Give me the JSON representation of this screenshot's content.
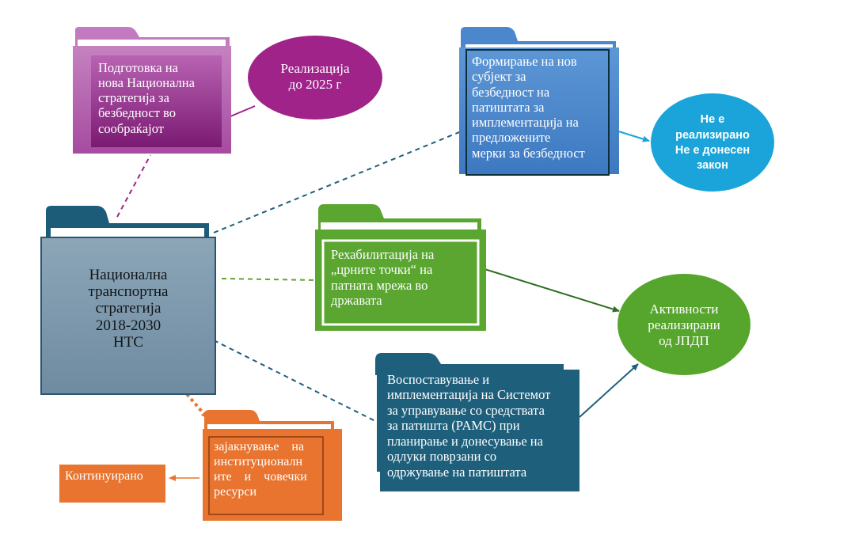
{
  "nodes": {
    "nts": {
      "label": "Национална\nтранспортна\nстратегија\n2018-2030\nНТС",
      "color": "#7b96aa",
      "tab_color": "#1d5c78"
    },
    "strategy": {
      "label": "Подготовка на\nнова Национална\nстратегија за\nбезбедност во\nсообраќајот",
      "color": "#a64ba0"
    },
    "realization_2025": {
      "label": "Реализација\nдо  2025 г",
      "color": "#a0238a"
    },
    "new_subject": {
      "label": "Формирање на нов\nсубјект за\nбезбедност на\nпатиштата за\nимплементација на\nпредложените\nмерки за безбедност",
      "color": "#4a87cc"
    },
    "not_realized": {
      "label": "Не е\nреализирано\nНе е донесен\nзакон",
      "color": "#1aa4d9"
    },
    "black_spots": {
      "label": "Рехабилитација на\n„црните точки“ на\nпатната мрежа во\nдржавата",
      "color": "#5aa631"
    },
    "pams": {
      "label": "Воспоставување и\nимплементација на Системот\nза управување со средствата\nза патишта (PAMC) при\nпланирање и донесување на\nодлуки поврзани со\nодржување на патиштата",
      "color": "#1e5f7c"
    },
    "activities_realized": {
      "label": "Активности\nреализирани\nод ЈПДП",
      "color": "#56a52c"
    },
    "institutional": {
      "label": "зајакнување    на\nинституционалн\nите    и    човечки\nресурси",
      "color": "#e8742f"
    },
    "continuous": {
      "label": "Континуирано",
      "color": "#e8742f"
    }
  }
}
